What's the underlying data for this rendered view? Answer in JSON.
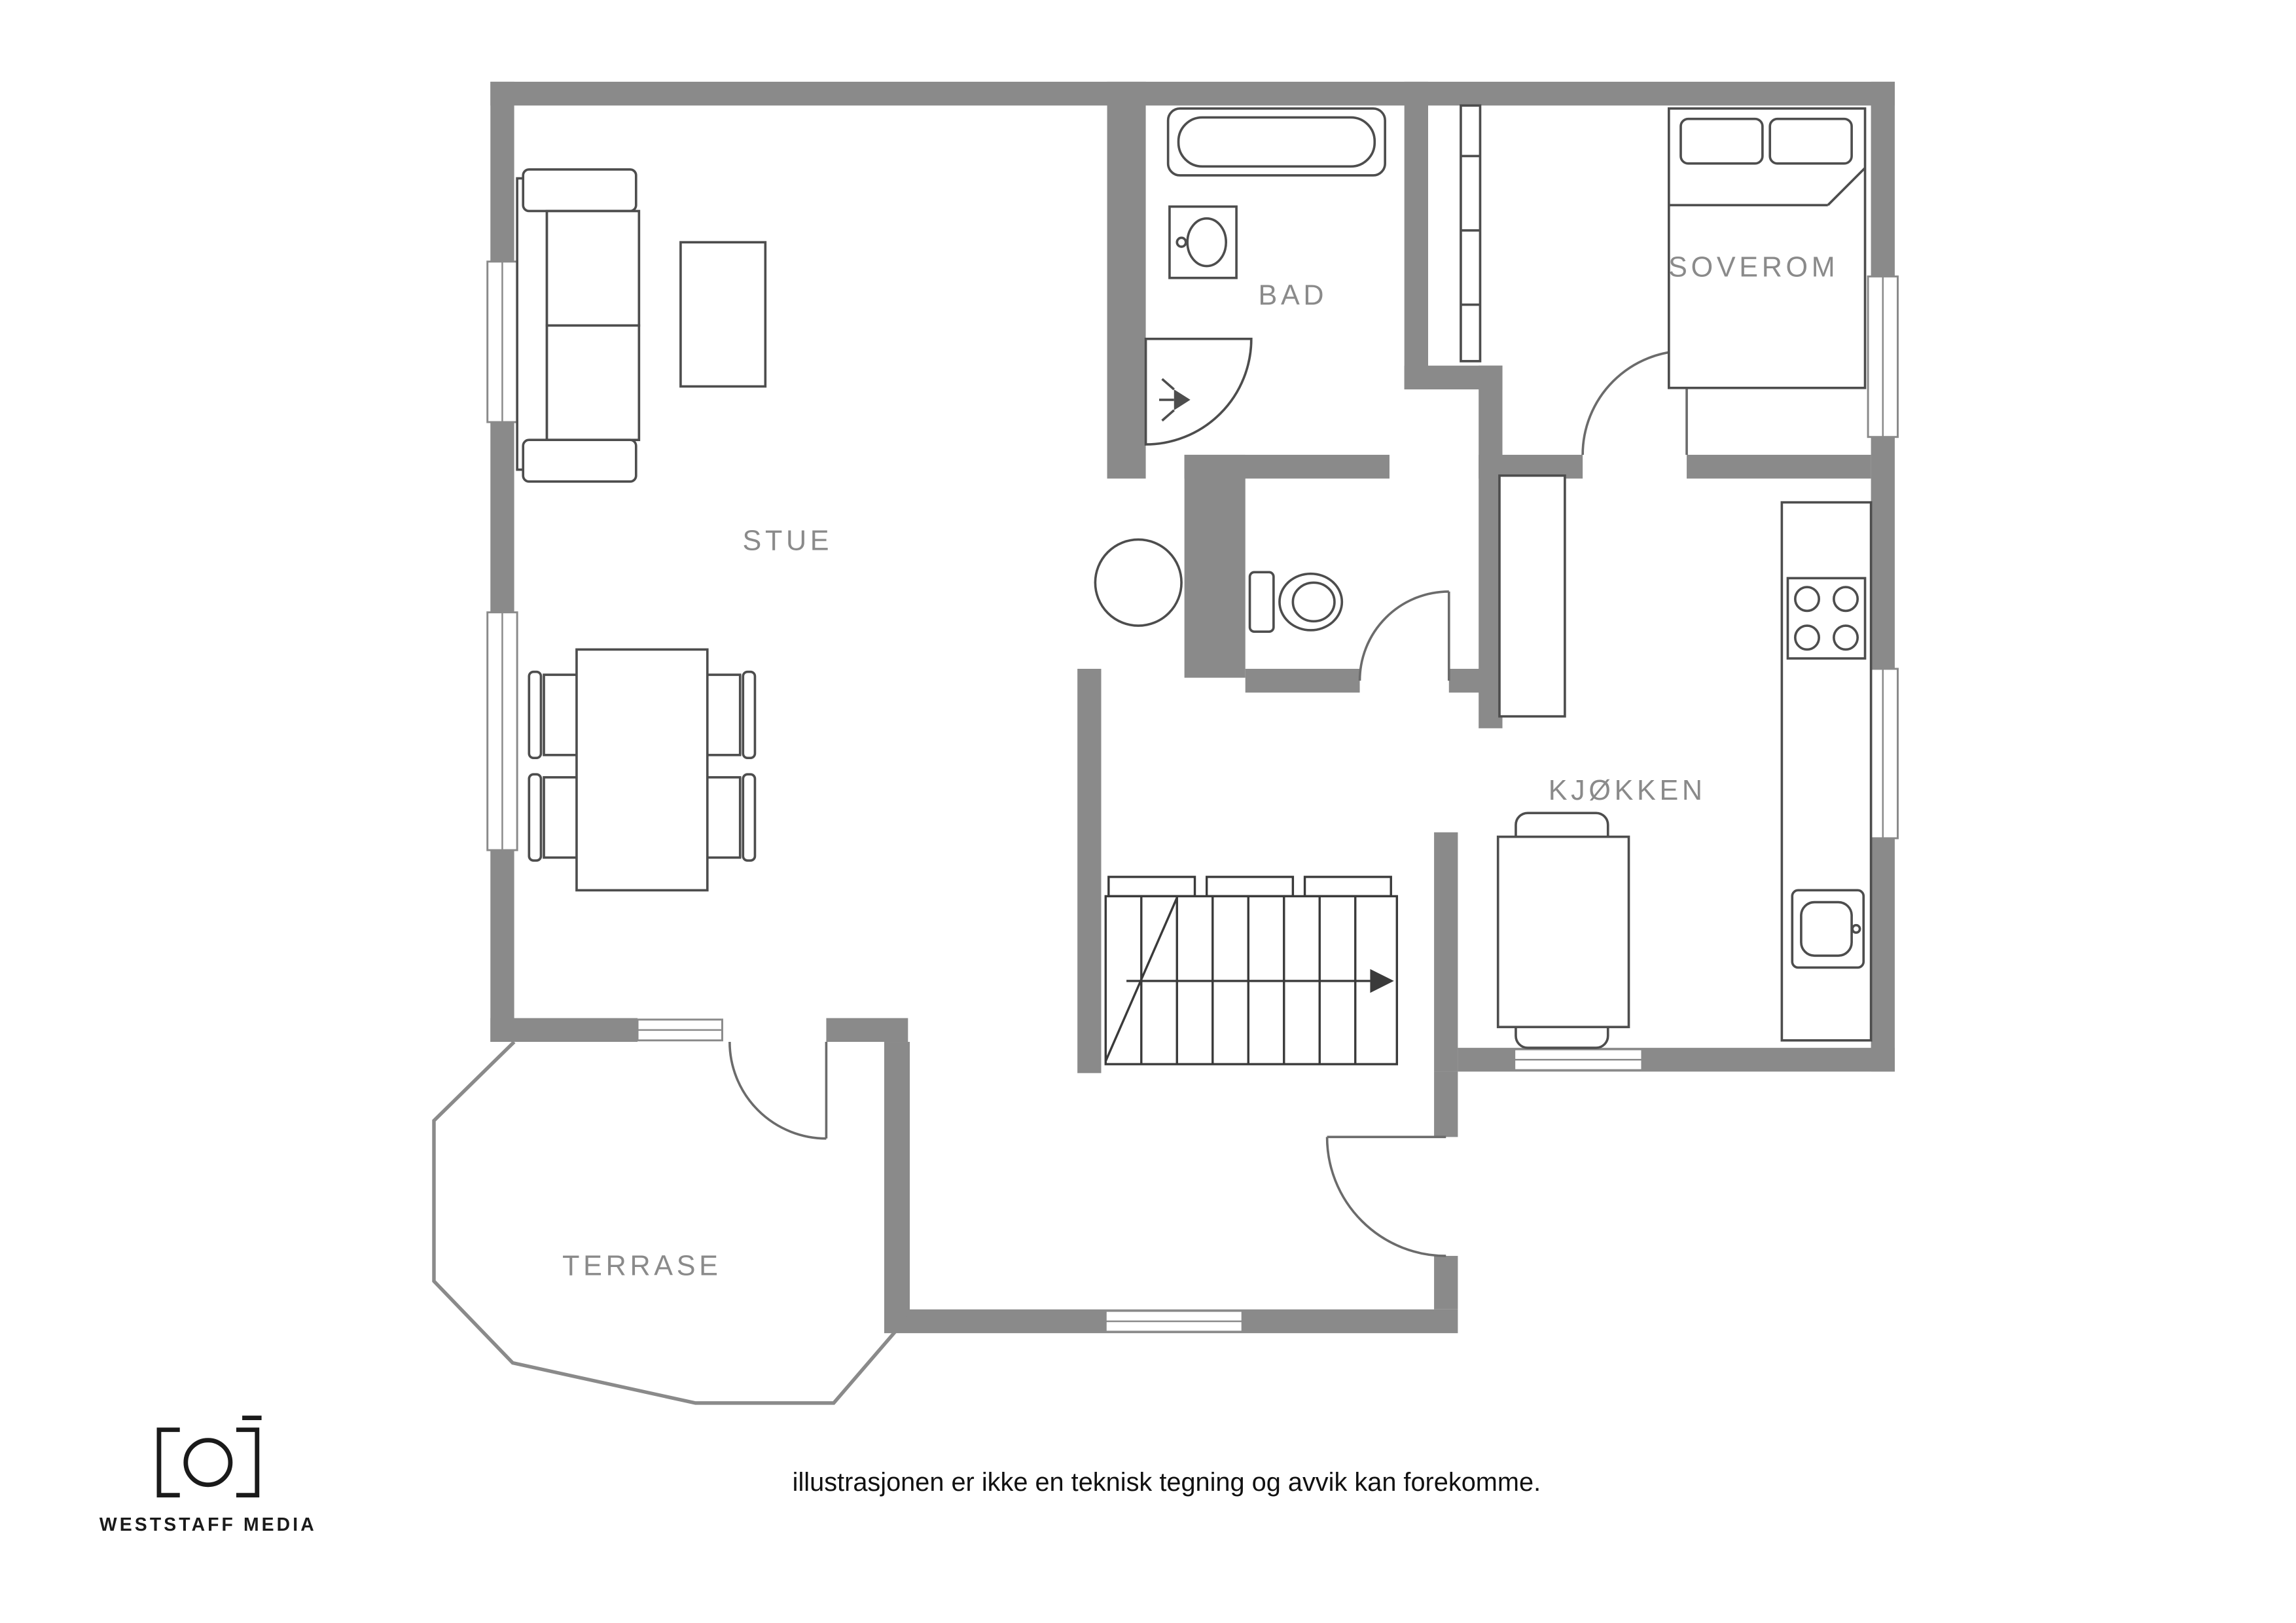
{
  "page": {
    "background": "#ffffff",
    "disclaimer": "illustrasjonen er ikke en teknisk tegning og avvik kan forekomme."
  },
  "logo": {
    "text": "WESTSTAFF MEDIA",
    "icon": "camera-brackets-icon"
  },
  "palette": {
    "wall": "#8a8a8a",
    "furniture_stroke": "#4d4d4d",
    "stair_stroke": "#3a3a3a",
    "label": "#8a8a8a",
    "text": "#111111"
  },
  "floorplan": {
    "rooms": [
      {
        "id": "stue",
        "label": "STUE"
      },
      {
        "id": "bad",
        "label": "BAD"
      },
      {
        "id": "soverom",
        "label": "SOVEROM"
      },
      {
        "id": "kjokken",
        "label": "KJØKKEN"
      },
      {
        "id": "terrase",
        "label": "TERRASE"
      }
    ],
    "furniture": [
      "sofa",
      "coffee-table",
      "dining-table",
      "dining-chairs",
      "bathtub",
      "bathroom-sink",
      "corner-shower",
      "toilet",
      "round-table",
      "bed",
      "pillows",
      "sliding-door",
      "wardrobe-cabinet",
      "kitchen-counter",
      "stove",
      "kitchen-sink",
      "kitchen-table",
      "kitchen-chairs",
      "staircase",
      "stair-direction-arrow"
    ]
  }
}
